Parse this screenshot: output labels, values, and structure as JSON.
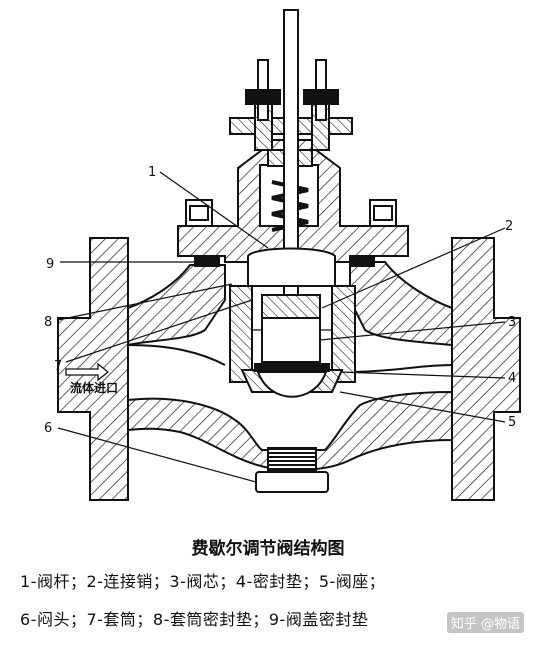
{
  "title": "费歇尔调节阀结构图",
  "legend_line1": "1-阀杆；2-连接销；3-阀芯；4-密封垫；5-阀座；",
  "legend_line2": "6-闷头；7-套筒；8-套筒密封垫；9-阀盖密封垫",
  "watermark": "知乎 @物语",
  "flow_label": "流体进口",
  "callouts": [
    "1",
    "2",
    "3",
    "4",
    "5",
    "6",
    "7",
    "8",
    "9"
  ],
  "colors": {
    "ink": "#111111",
    "background": "#ffffff"
  }
}
